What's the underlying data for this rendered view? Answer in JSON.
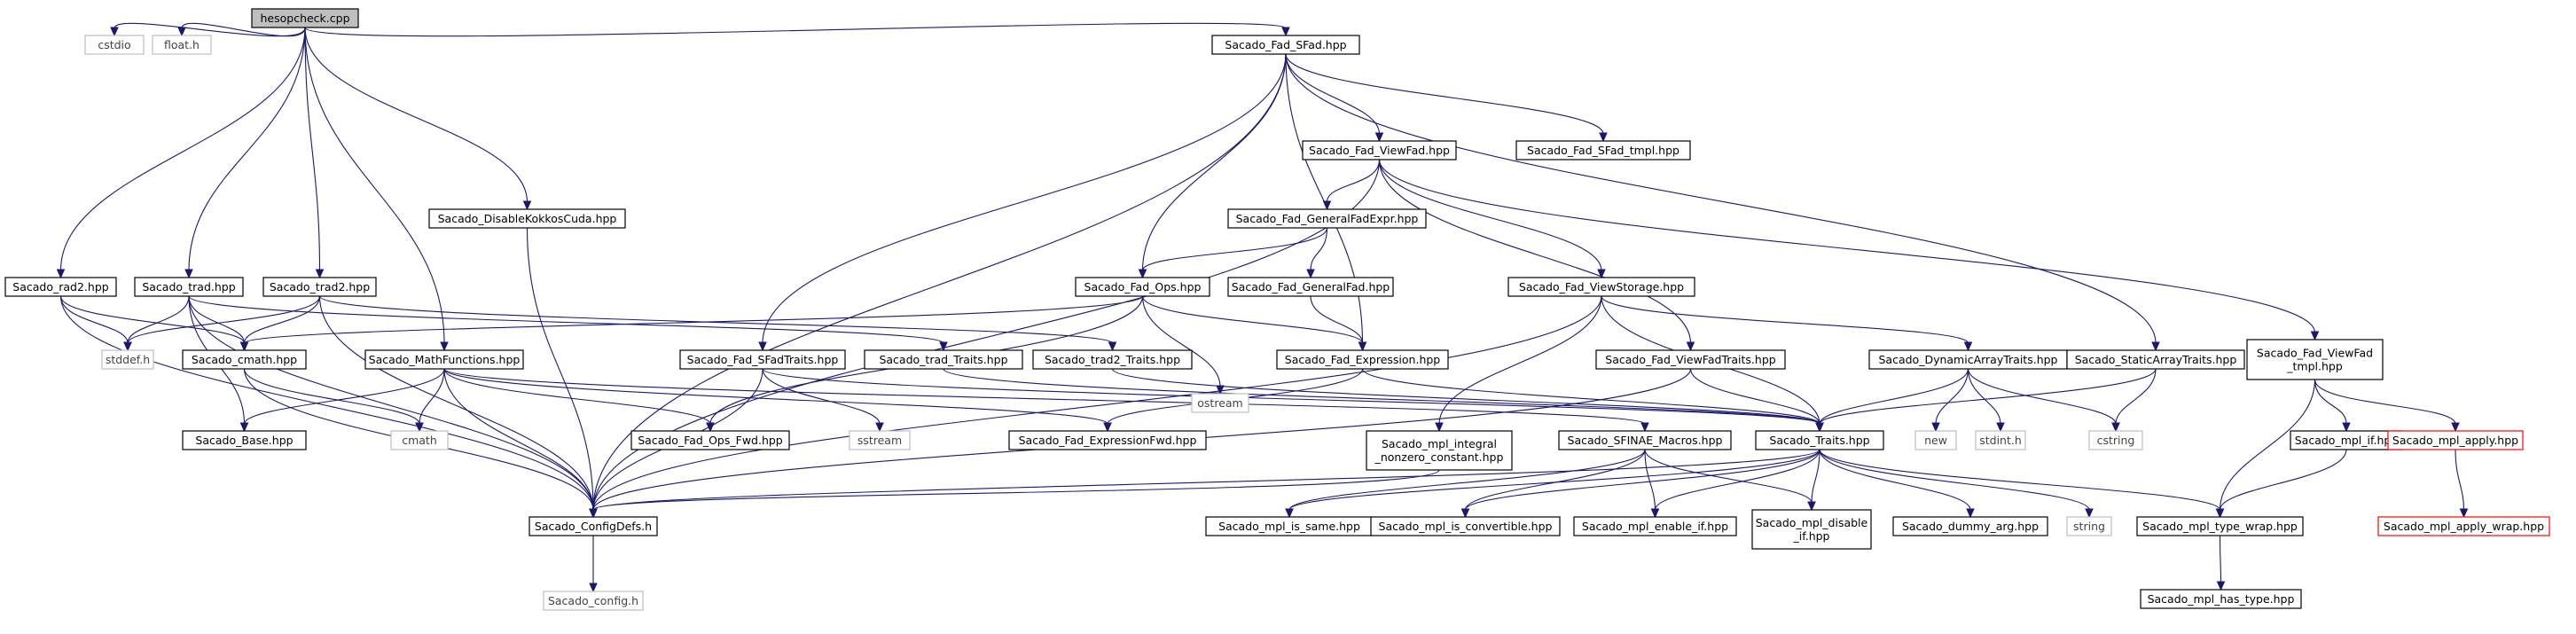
{
  "nodes": [
    {
      "id": "root",
      "label": "hesopcheck.cpp",
      "kind": "root"
    },
    {
      "id": "cstdio",
      "label": "cstdio",
      "kind": "external"
    },
    {
      "id": "float",
      "label": "float.h",
      "kind": "external"
    },
    {
      "id": "sfad",
      "label": "Sacado_Fad_SFad.hpp",
      "kind": "normal"
    },
    {
      "id": "viewfad",
      "label": "Sacado_Fad_ViewFad.hpp",
      "kind": "normal"
    },
    {
      "id": "sfadtmpl",
      "label": "Sacado_Fad_SFad_tmpl.hpp",
      "kind": "normal"
    },
    {
      "id": "genexpr",
      "label": "Sacado_Fad_GeneralFadExpr.hpp",
      "kind": "normal"
    },
    {
      "id": "disable",
      "label": "Sacado_DisableKokkosCuda.hpp",
      "kind": "normal"
    },
    {
      "id": "rad2",
      "label": "Sacado_rad2.hpp",
      "kind": "normal"
    },
    {
      "id": "trad",
      "label": "Sacado_trad.hpp",
      "kind": "normal"
    },
    {
      "id": "trad2",
      "label": "Sacado_trad2.hpp",
      "kind": "normal"
    },
    {
      "id": "fadops",
      "label": "Sacado_Fad_Ops.hpp",
      "kind": "normal"
    },
    {
      "id": "genfad",
      "label": "Sacado_Fad_GeneralFad.hpp",
      "kind": "normal"
    },
    {
      "id": "viewstorage",
      "label": "Sacado_Fad_ViewStorage.hpp",
      "kind": "normal"
    },
    {
      "id": "stddef",
      "label": "stddef.h",
      "kind": "external"
    },
    {
      "id": "cmathhpp",
      "label": "Sacado_cmath.hpp",
      "kind": "normal"
    },
    {
      "id": "mathfn",
      "label": "Sacado_MathFunctions.hpp",
      "kind": "normal"
    },
    {
      "id": "sfadtraits",
      "label": "Sacado_Fad_SFadTraits.hpp",
      "kind": "normal"
    },
    {
      "id": "tradtraits",
      "label": "Sacado_trad_Traits.hpp",
      "kind": "normal"
    },
    {
      "id": "trad2traits",
      "label": "Sacado_trad2_Traits.hpp",
      "kind": "normal"
    },
    {
      "id": "fadexpr",
      "label": "Sacado_Fad_Expression.hpp",
      "kind": "normal"
    },
    {
      "id": "viewfadtraits",
      "label": "Sacado_Fad_ViewFadTraits.hpp",
      "kind": "normal"
    },
    {
      "id": "dyntraits",
      "label": "Sacado_DynamicArrayTraits.hpp",
      "kind": "normal"
    },
    {
      "id": "stattraits",
      "label": "Sacado_StaticArrayTraits.hpp",
      "kind": "normal"
    },
    {
      "id": "viewfadtmpl",
      "label": "Sacado_Fad_ViewFad\n_tmpl.hpp",
      "kind": "normal"
    },
    {
      "id": "ostream",
      "label": "ostream",
      "kind": "external"
    },
    {
      "id": "base",
      "label": "Sacado_Base.hpp",
      "kind": "normal"
    },
    {
      "id": "cmath",
      "label": "cmath",
      "kind": "external"
    },
    {
      "id": "opsfwd",
      "label": "Sacado_Fad_Ops_Fwd.hpp",
      "kind": "normal"
    },
    {
      "id": "sstream",
      "label": "sstream",
      "kind": "external"
    },
    {
      "id": "exprfwd",
      "label": "Sacado_Fad_ExpressionFwd.hpp",
      "kind": "normal"
    },
    {
      "id": "mplint",
      "label": "Sacado_mpl_integral\n_nonzero_constant.hpp",
      "kind": "normal"
    },
    {
      "id": "sfinae",
      "label": "Sacado_SFINAE_Macros.hpp",
      "kind": "normal"
    },
    {
      "id": "traits",
      "label": "Sacado_Traits.hpp",
      "kind": "normal"
    },
    {
      "id": "new",
      "label": "new",
      "kind": "external"
    },
    {
      "id": "stdint",
      "label": "stdint.h",
      "kind": "external"
    },
    {
      "id": "cstring",
      "label": "cstring",
      "kind": "external"
    },
    {
      "id": "mplif",
      "label": "Sacado_mpl_if.hpp",
      "kind": "normal"
    },
    {
      "id": "mplapply",
      "label": "Sacado_mpl_apply.hpp",
      "kind": "missing"
    },
    {
      "id": "configdefs",
      "label": "Sacado_ConfigDefs.h",
      "kind": "normal"
    },
    {
      "id": "issame",
      "label": "Sacado_mpl_is_same.hpp",
      "kind": "normal"
    },
    {
      "id": "isconv",
      "label": "Sacado_mpl_is_convertible.hpp",
      "kind": "normal"
    },
    {
      "id": "enableif",
      "label": "Sacado_mpl_enable_if.hpp",
      "kind": "normal"
    },
    {
      "id": "disableif",
      "label": "Sacado_mpl_disable\n_if.hpp",
      "kind": "normal"
    },
    {
      "id": "dummyarg",
      "label": "Sacado_dummy_arg.hpp",
      "kind": "normal"
    },
    {
      "id": "string",
      "label": "string",
      "kind": "external"
    },
    {
      "id": "typewrap",
      "label": "Sacado_mpl_type_wrap.hpp",
      "kind": "normal"
    },
    {
      "id": "applywrap",
      "label": "Sacado_mpl_apply_wrap.hpp",
      "kind": "missing"
    },
    {
      "id": "config",
      "label": "Sacado_config.h",
      "kind": "external"
    },
    {
      "id": "hastype",
      "label": "Sacado_mpl_has_type.hpp",
      "kind": "normal"
    }
  ],
  "edges": [
    [
      "root",
      "cstdio"
    ],
    [
      "root",
      "float"
    ],
    [
      "root",
      "sfad"
    ],
    [
      "root",
      "disable"
    ],
    [
      "root",
      "rad2"
    ],
    [
      "root",
      "trad"
    ],
    [
      "root",
      "trad2"
    ],
    [
      "root",
      "mathfn"
    ],
    [
      "sfad",
      "viewfad"
    ],
    [
      "sfad",
      "sfadtmpl"
    ],
    [
      "sfad",
      "fadops"
    ],
    [
      "sfad",
      "sfadtraits"
    ],
    [
      "sfad",
      "fadexpr"
    ],
    [
      "sfad",
      "stattraits"
    ],
    [
      "sfad",
      "configdefs"
    ],
    [
      "viewfad",
      "genexpr"
    ],
    [
      "viewfad",
      "viewstorage"
    ],
    [
      "viewfad",
      "viewfadtraits"
    ],
    [
      "viewfad",
      "viewfadtmpl"
    ],
    [
      "viewfad",
      "configdefs"
    ],
    [
      "genexpr",
      "fadops"
    ],
    [
      "genexpr",
      "genfad"
    ],
    [
      "genfad",
      "fadexpr"
    ],
    [
      "disable",
      "configdefs"
    ],
    [
      "rad2",
      "stddef"
    ],
    [
      "rad2",
      "cmathhpp"
    ],
    [
      "rad2",
      "configdefs"
    ],
    [
      "trad",
      "stddef"
    ],
    [
      "trad",
      "cmathhpp"
    ],
    [
      "trad",
      "base"
    ],
    [
      "trad",
      "tradtraits"
    ],
    [
      "trad",
      "configdefs"
    ],
    [
      "trad2",
      "stddef"
    ],
    [
      "trad2",
      "cmathhpp"
    ],
    [
      "trad2",
      "trad2traits"
    ],
    [
      "trad2",
      "configdefs"
    ],
    [
      "fadops",
      "cmathhpp"
    ],
    [
      "fadops",
      "ostream"
    ],
    [
      "fadops",
      "fadexpr"
    ],
    [
      "fadops",
      "opsfwd"
    ],
    [
      "viewstorage",
      "dyntraits"
    ],
    [
      "viewstorage",
      "traits"
    ],
    [
      "viewstorage",
      "mplint"
    ],
    [
      "viewstorage",
      "configdefs"
    ],
    [
      "cmathhpp",
      "cmath"
    ],
    [
      "cmathhpp",
      "configdefs"
    ],
    [
      "mathfn",
      "base"
    ],
    [
      "mathfn",
      "cmath"
    ],
    [
      "mathfn",
      "opsfwd"
    ],
    [
      "mathfn",
      "exprfwd"
    ],
    [
      "mathfn",
      "sfinae"
    ],
    [
      "mathfn",
      "configdefs"
    ],
    [
      "sfadtraits",
      "sstream"
    ],
    [
      "sfadtraits",
      "traits"
    ],
    [
      "sfadtraits",
      "configdefs"
    ],
    [
      "tradtraits",
      "traits"
    ],
    [
      "trad2traits",
      "traits"
    ],
    [
      "fadexpr",
      "exprfwd"
    ],
    [
      "fadexpr",
      "traits"
    ],
    [
      "viewfadtraits",
      "traits"
    ],
    [
      "viewfadtraits",
      "configdefs"
    ],
    [
      "dyntraits",
      "traits"
    ],
    [
      "dyntraits",
      "new"
    ],
    [
      "dyntraits",
      "stdint"
    ],
    [
      "dyntraits",
      "cstring"
    ],
    [
      "stattraits",
      "traits"
    ],
    [
      "stattraits",
      "cstring"
    ],
    [
      "viewfadtmpl",
      "mplif"
    ],
    [
      "viewfadtmpl",
      "mplapply"
    ],
    [
      "viewfadtmpl",
      "typewrap"
    ],
    [
      "mplint",
      "configdefs"
    ],
    [
      "sfinae",
      "issame"
    ],
    [
      "sfinae",
      "isconv"
    ],
    [
      "sfinae",
      "enableif"
    ],
    [
      "sfinae",
      "disableif"
    ],
    [
      "traits",
      "configdefs"
    ],
    [
      "traits",
      "issame"
    ],
    [
      "traits",
      "isconv"
    ],
    [
      "traits",
      "enableif"
    ],
    [
      "traits",
      "disableif"
    ],
    [
      "traits",
      "dummyarg"
    ],
    [
      "traits",
      "string"
    ],
    [
      "traits",
      "typewrap"
    ],
    [
      "mplif",
      "typewrap"
    ],
    [
      "mplapply",
      "applywrap"
    ],
    [
      "configdefs",
      "config"
    ],
    [
      "typewrap",
      "hastype"
    ]
  ]
}
